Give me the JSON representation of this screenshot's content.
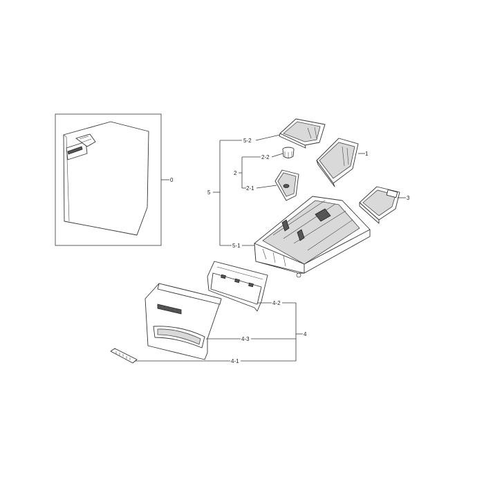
{
  "diagram": {
    "labels": {
      "l0": "0",
      "l1": "1",
      "l2": "2",
      "l2_1": "2-1",
      "l2_2": "2-2",
      "l3": "3",
      "l4": "4",
      "l4_1": "4-1",
      "l4_2": "4-2",
      "l4_3": "4-3",
      "l5": "5",
      "l5_1": "5-1",
      "l5_2": "5-2"
    }
  }
}
